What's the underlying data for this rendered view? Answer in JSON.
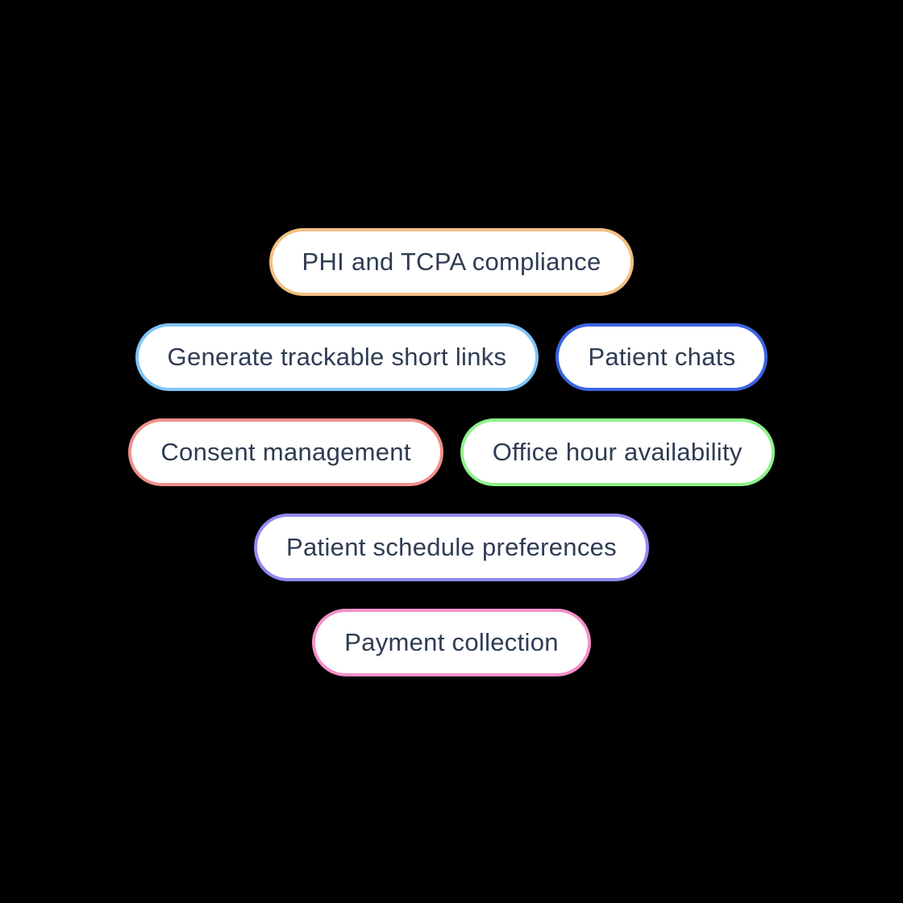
{
  "canvas": {
    "background_color": "#000000",
    "pill_background_color": "#ffffff",
    "text_color": "#2e3c53"
  },
  "rows": [
    [
      {
        "label": "PHI and TCPA compliance",
        "border_color": "#f2c083"
      }
    ],
    [
      {
        "label": "Generate trackable short links",
        "border_color": "#7fc4f6"
      },
      {
        "label": "Patient chats",
        "border_color": "#3b64e3"
      }
    ],
    [
      {
        "label": "Consent management",
        "border_color": "#f1908c"
      },
      {
        "label": "Office hour availability",
        "border_color": "#8ef18b"
      }
    ],
    [
      {
        "label": "Patient schedule preferences",
        "border_color": "#9089f1"
      }
    ],
    [
      {
        "label": "Payment collection",
        "border_color": "#f490cb"
      }
    ]
  ]
}
